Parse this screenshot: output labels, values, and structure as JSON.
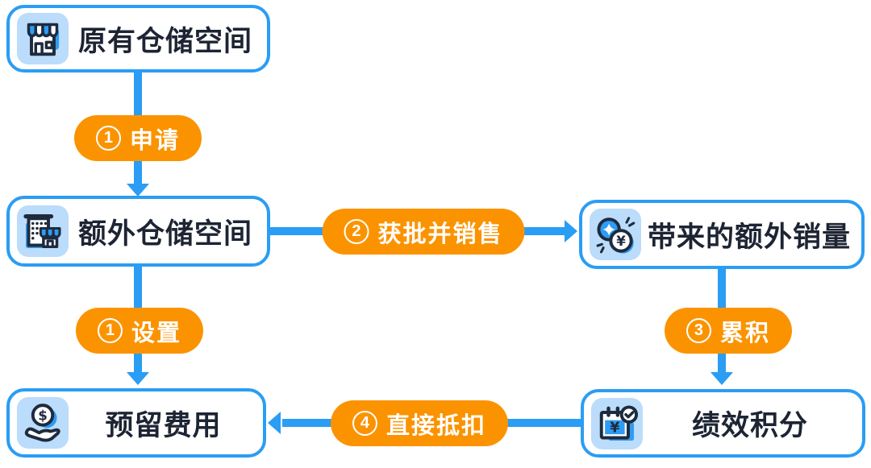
{
  "diagram": {
    "title": "warehouse-capacity-flow",
    "nodes": [
      {
        "id": "original-storage",
        "label": "原有仓储空间",
        "icon": "storefront-icon"
      },
      {
        "id": "extra-storage",
        "label": "额外仓储空间",
        "icon": "building-storefront-icon"
      },
      {
        "id": "extra-sales",
        "label": "带来的额外销量",
        "icon": "coins-yen-icon"
      },
      {
        "id": "reserved-fee",
        "label": "预留费用",
        "icon": "hand-coin-icon"
      },
      {
        "id": "performance-points",
        "label": "绩效积分",
        "icon": "calendar-yen-check-icon"
      }
    ],
    "steps": [
      {
        "id": "apply",
        "number": "1",
        "label": "申请"
      },
      {
        "id": "approved-and-sell",
        "number": "2",
        "label": "获批并销售"
      },
      {
        "id": "accumulate",
        "number": "3",
        "label": "累积"
      },
      {
        "id": "setup",
        "number": "1",
        "label": "设置"
      },
      {
        "id": "direct-deduct",
        "number": "4",
        "label": "直接抵扣"
      }
    ],
    "colors": {
      "blue": "#2A9DF4",
      "light_blue_tile": "#BBDCFA",
      "icon_blue": "#2E9CF3",
      "orange": "#FB9300",
      "text": "#1D2433",
      "background": "#FFFFFF"
    }
  }
}
